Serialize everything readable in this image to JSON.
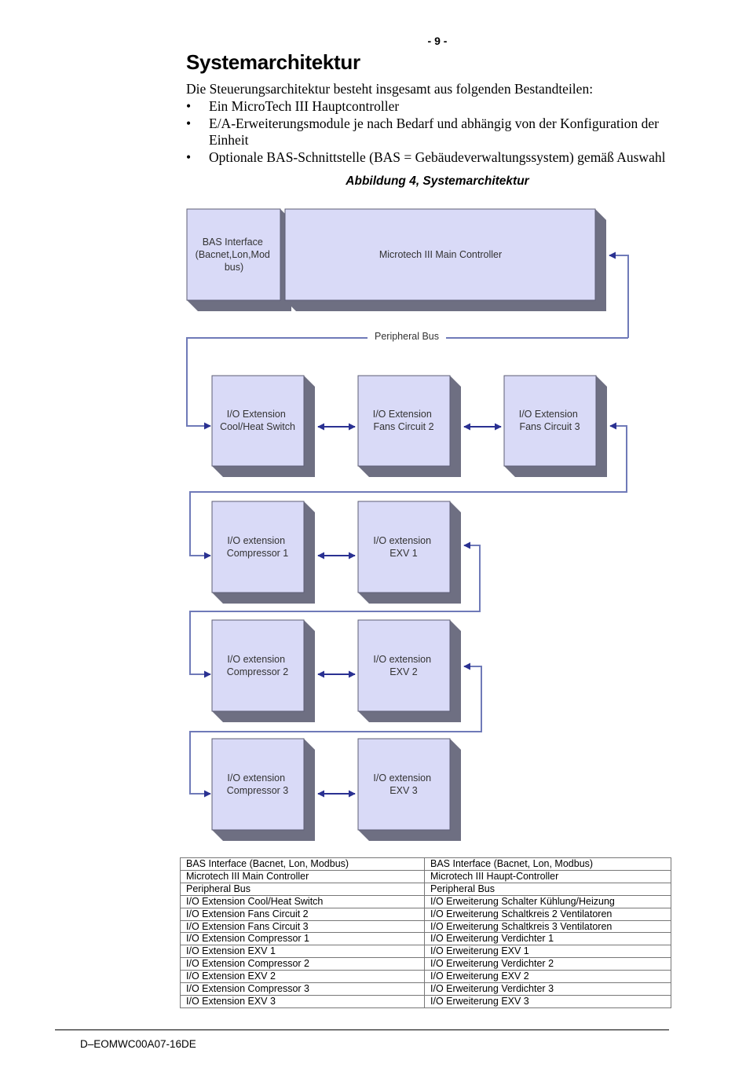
{
  "page": {
    "number": "- 9 -"
  },
  "section": {
    "title": "Systemarchitektur",
    "intro": "Die Steuerungsarchitektur besteht insgesamt aus folgenden Bestandteilen:",
    "bullets": [
      "Ein MicroTech III Hauptcontroller",
      "E/A-Erweiterungsmodule je nach Bedarf und abhängig von der Konfiguration der Einheit",
      "Optionale BAS-Schnittstelle (BAS = Gebäudeverwaltungssystem) gemäß Auswahl"
    ]
  },
  "figure": {
    "caption": "Abbildung 4, Systemarchitektur",
    "bas_interface": [
      "BAS Interface",
      "(Bacnet,Lon,Mod",
      "bus)"
    ],
    "main_controller": "Microtech III Main Controller",
    "peripheral_bus": "Peripheral Bus",
    "modules": {
      "cool_heat": [
        "I/O Extension",
        "Cool/Heat Switch"
      ],
      "fans2": [
        "I/O Extension",
        "Fans Circuit 2"
      ],
      "fans3": [
        "I/O Extension",
        "Fans Circuit 3"
      ],
      "comp1": [
        "I/O extension",
        "Compressor 1"
      ],
      "exv1": [
        "I/O extension",
        "EXV 1"
      ],
      "comp2": [
        "I/O extension",
        "Compressor 2"
      ],
      "exv2": [
        "I/O extension",
        "EXV 2"
      ],
      "comp3": [
        "I/O extension",
        "Compressor 3"
      ],
      "exv3": [
        "I/O extension",
        "EXV 3"
      ]
    },
    "colors": {
      "box_face": "#d9daf7",
      "box_shadow": "#6e6f82",
      "arrow": "#2a3192",
      "line": "#6f7ab8"
    }
  },
  "legend_table": {
    "rows": [
      [
        "BAS Interface (Bacnet, Lon, Modbus)",
        "BAS Interface (Bacnet, Lon, Modbus)"
      ],
      [
        "Microtech III Main Controller",
        "Microtech III Haupt-Controller"
      ],
      [
        "Peripheral Bus",
        "Peripheral Bus"
      ],
      [
        "I/O Extension Cool/Heat Switch",
        "I/O Erweiterung Schalter Kühlung/Heizung"
      ],
      [
        "I/O Extension Fans Circuit 2",
        "I/O Erweiterung Schaltkreis 2 Ventilatoren"
      ],
      [
        "I/O Extension Fans Circuit 3",
        "I/O Erweiterung Schaltkreis 3 Ventilatoren"
      ],
      [
        "I/O Extension Compressor 1",
        "I/O Erweiterung Verdichter 1"
      ],
      [
        "I/O Extension EXV 1",
        "I/O Erweiterung EXV 1"
      ],
      [
        "I/O Extension Compressor 2",
        "I/O Erweiterung Verdichter 2"
      ],
      [
        "I/O Extension EXV 2",
        "I/O Erweiterung EXV 2"
      ],
      [
        "I/O Extension Compressor 3",
        "I/O Erweiterung Verdichter 3"
      ],
      [
        "I/O Extension EXV 3",
        "I/O Erweiterung EXV 3"
      ]
    ]
  },
  "footer": {
    "document_code": "D–EOMWC00A07-16DE"
  }
}
